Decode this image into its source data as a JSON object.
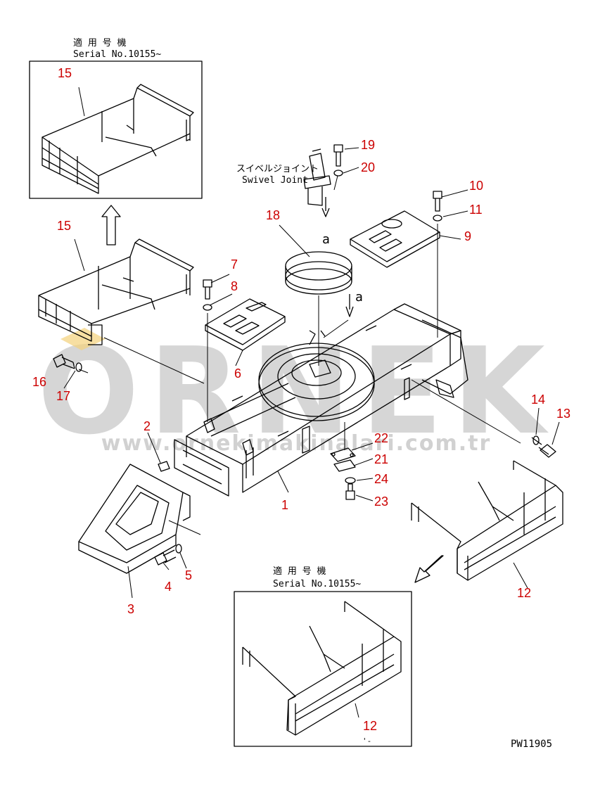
{
  "colors": {
    "line": "#000000",
    "callout": "#cc0000",
    "watermark": "#c9c9c9",
    "watermark_accent": "#f4d27a",
    "background": "#ffffff"
  },
  "watermark": {
    "brand": "ORNEK",
    "url": "www.ornekimakinalari.com.tr"
  },
  "drawing_code": "PW11905",
  "top_inset": {
    "label_jp": "適 用 号 機",
    "label_serial": "Serial No.10155~",
    "callout": "15"
  },
  "bottom_inset": {
    "label_jp": "適 用 号 機",
    "label_serial": "Serial No.10155~",
    "callout": "12"
  },
  "swivel": {
    "label_jp": "スイベルジョイント",
    "label_en": "Swivel Joint"
  },
  "section_marks": {
    "a_top": "a",
    "a_mid": "a"
  },
  "callouts": [
    {
      "id": "c1",
      "text": "1"
    },
    {
      "id": "c2",
      "text": "2"
    },
    {
      "id": "c3",
      "text": "3"
    },
    {
      "id": "c4",
      "text": "4"
    },
    {
      "id": "c5",
      "text": "5"
    },
    {
      "id": "c6",
      "text": "6"
    },
    {
      "id": "c7",
      "text": "7"
    },
    {
      "id": "c8",
      "text": "8"
    },
    {
      "id": "c9",
      "text": "9"
    },
    {
      "id": "c10",
      "text": "10"
    },
    {
      "id": "c11",
      "text": "11"
    },
    {
      "id": "c12",
      "text": "12"
    },
    {
      "id": "c13",
      "text": "13"
    },
    {
      "id": "c14",
      "text": "14"
    },
    {
      "id": "c15",
      "text": "15"
    },
    {
      "id": "c16",
      "text": "16"
    },
    {
      "id": "c17",
      "text": "17"
    },
    {
      "id": "c18",
      "text": "18"
    },
    {
      "id": "c19",
      "text": "19"
    },
    {
      "id": "c20",
      "text": "20"
    },
    {
      "id": "c21",
      "text": "21"
    },
    {
      "id": "c22",
      "text": "22"
    },
    {
      "id": "c23",
      "text": "23"
    },
    {
      "id": "c24",
      "text": "24"
    }
  ]
}
